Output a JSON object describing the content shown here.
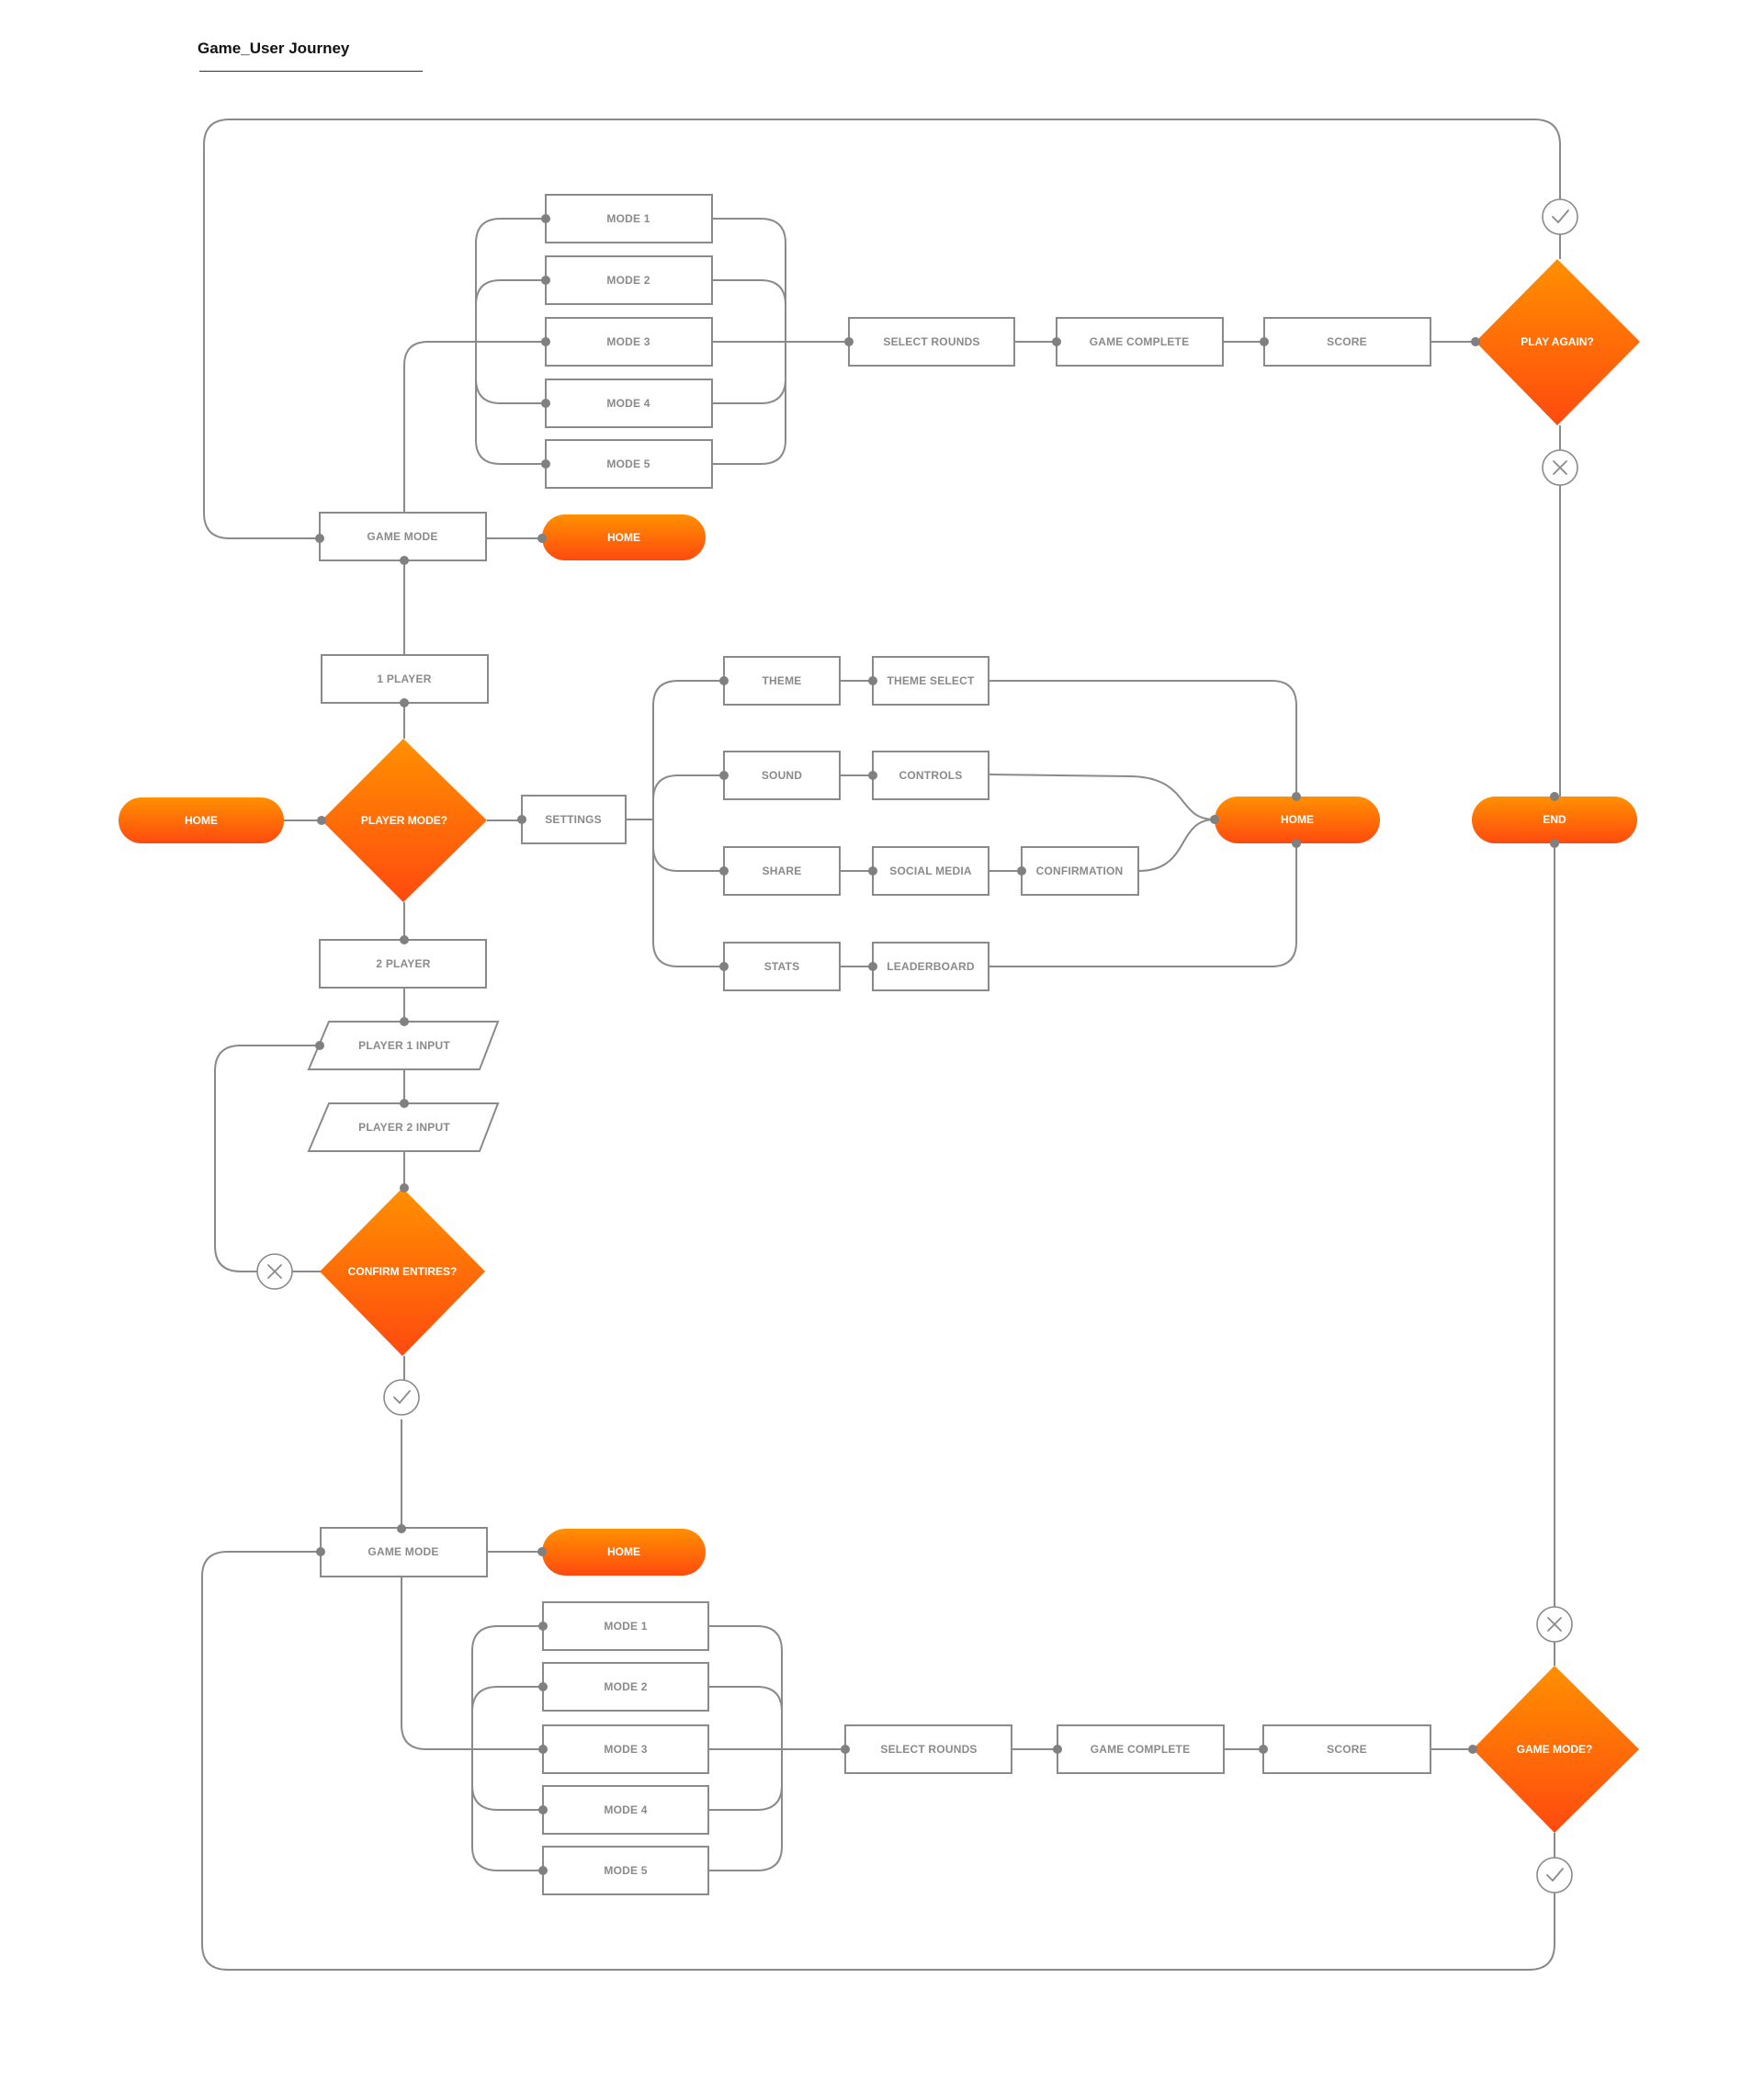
{
  "title": "Game_User Journey",
  "colors": {
    "accent_top": "#ff9000",
    "accent_bottom": "#ff4a0f",
    "line": "#8a8a8a"
  },
  "labels": {
    "game_mode": "GAME MODE",
    "home": "HOME",
    "end": "END",
    "one_player": "1 PLAYER",
    "two_player": "2 PLAYER",
    "settings": "SETTINGS",
    "player_mode_q": "PLAYER MODE?",
    "play_again_q": "PLAY AGAIN?",
    "confirm_q": "CONFIRM ENTIRES?",
    "game_mode_q": "GAME MODE?",
    "modes": [
      "MODE 1",
      "MODE 2",
      "MODE 3",
      "MODE 4",
      "MODE 5"
    ],
    "select_rounds": "SELECT ROUNDS",
    "game_complete": "GAME COMPLETE",
    "score": "SCORE",
    "theme": "THEME",
    "theme_select": "THEME SELECT",
    "sound": "SOUND",
    "controls": "CONTROLS",
    "share": "SHARE",
    "social_media": "SOCIAL MEDIA",
    "confirmation": "CONFIRMATION",
    "stats": "STATS",
    "leaderboard": "LEADERBOARD",
    "player1_input": "PLAYER 1 INPUT",
    "player2_input": "PLAYER 2 INPUT"
  },
  "icons": {
    "yes": "check-icon",
    "no": "cross-icon"
  }
}
